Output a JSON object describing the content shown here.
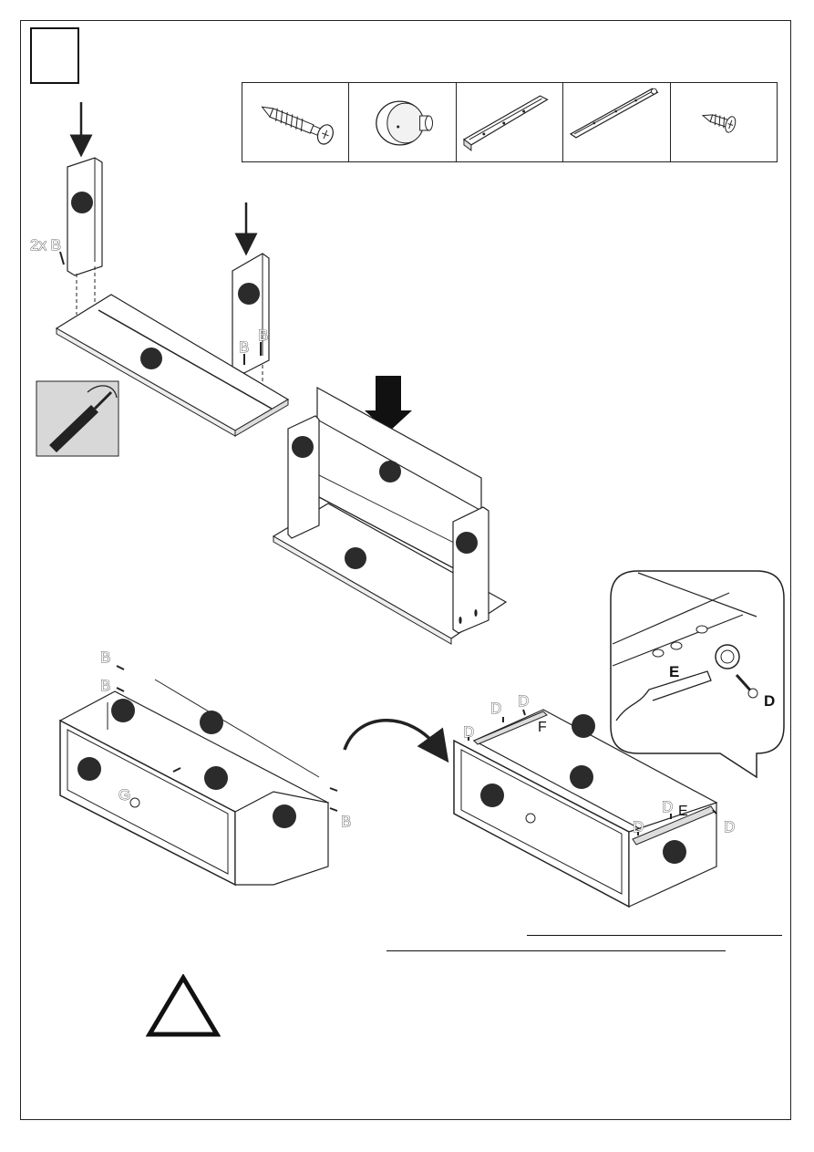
{
  "labels": {
    "qty_b": "2x B",
    "b": "B",
    "d": "D",
    "e": "E",
    "f": "F",
    "g": "G"
  },
  "parts": [
    {
      "icon": "long-screw-icon"
    },
    {
      "icon": "knob-icon"
    },
    {
      "icon": "drawer-runner-icon"
    },
    {
      "icon": "cabinet-runner-icon"
    },
    {
      "icon": "short-screw-icon"
    }
  ],
  "colors": {
    "line": "#222222",
    "part_badge": "#2b2b2b",
    "inset_bg": "#d8d8d8"
  }
}
